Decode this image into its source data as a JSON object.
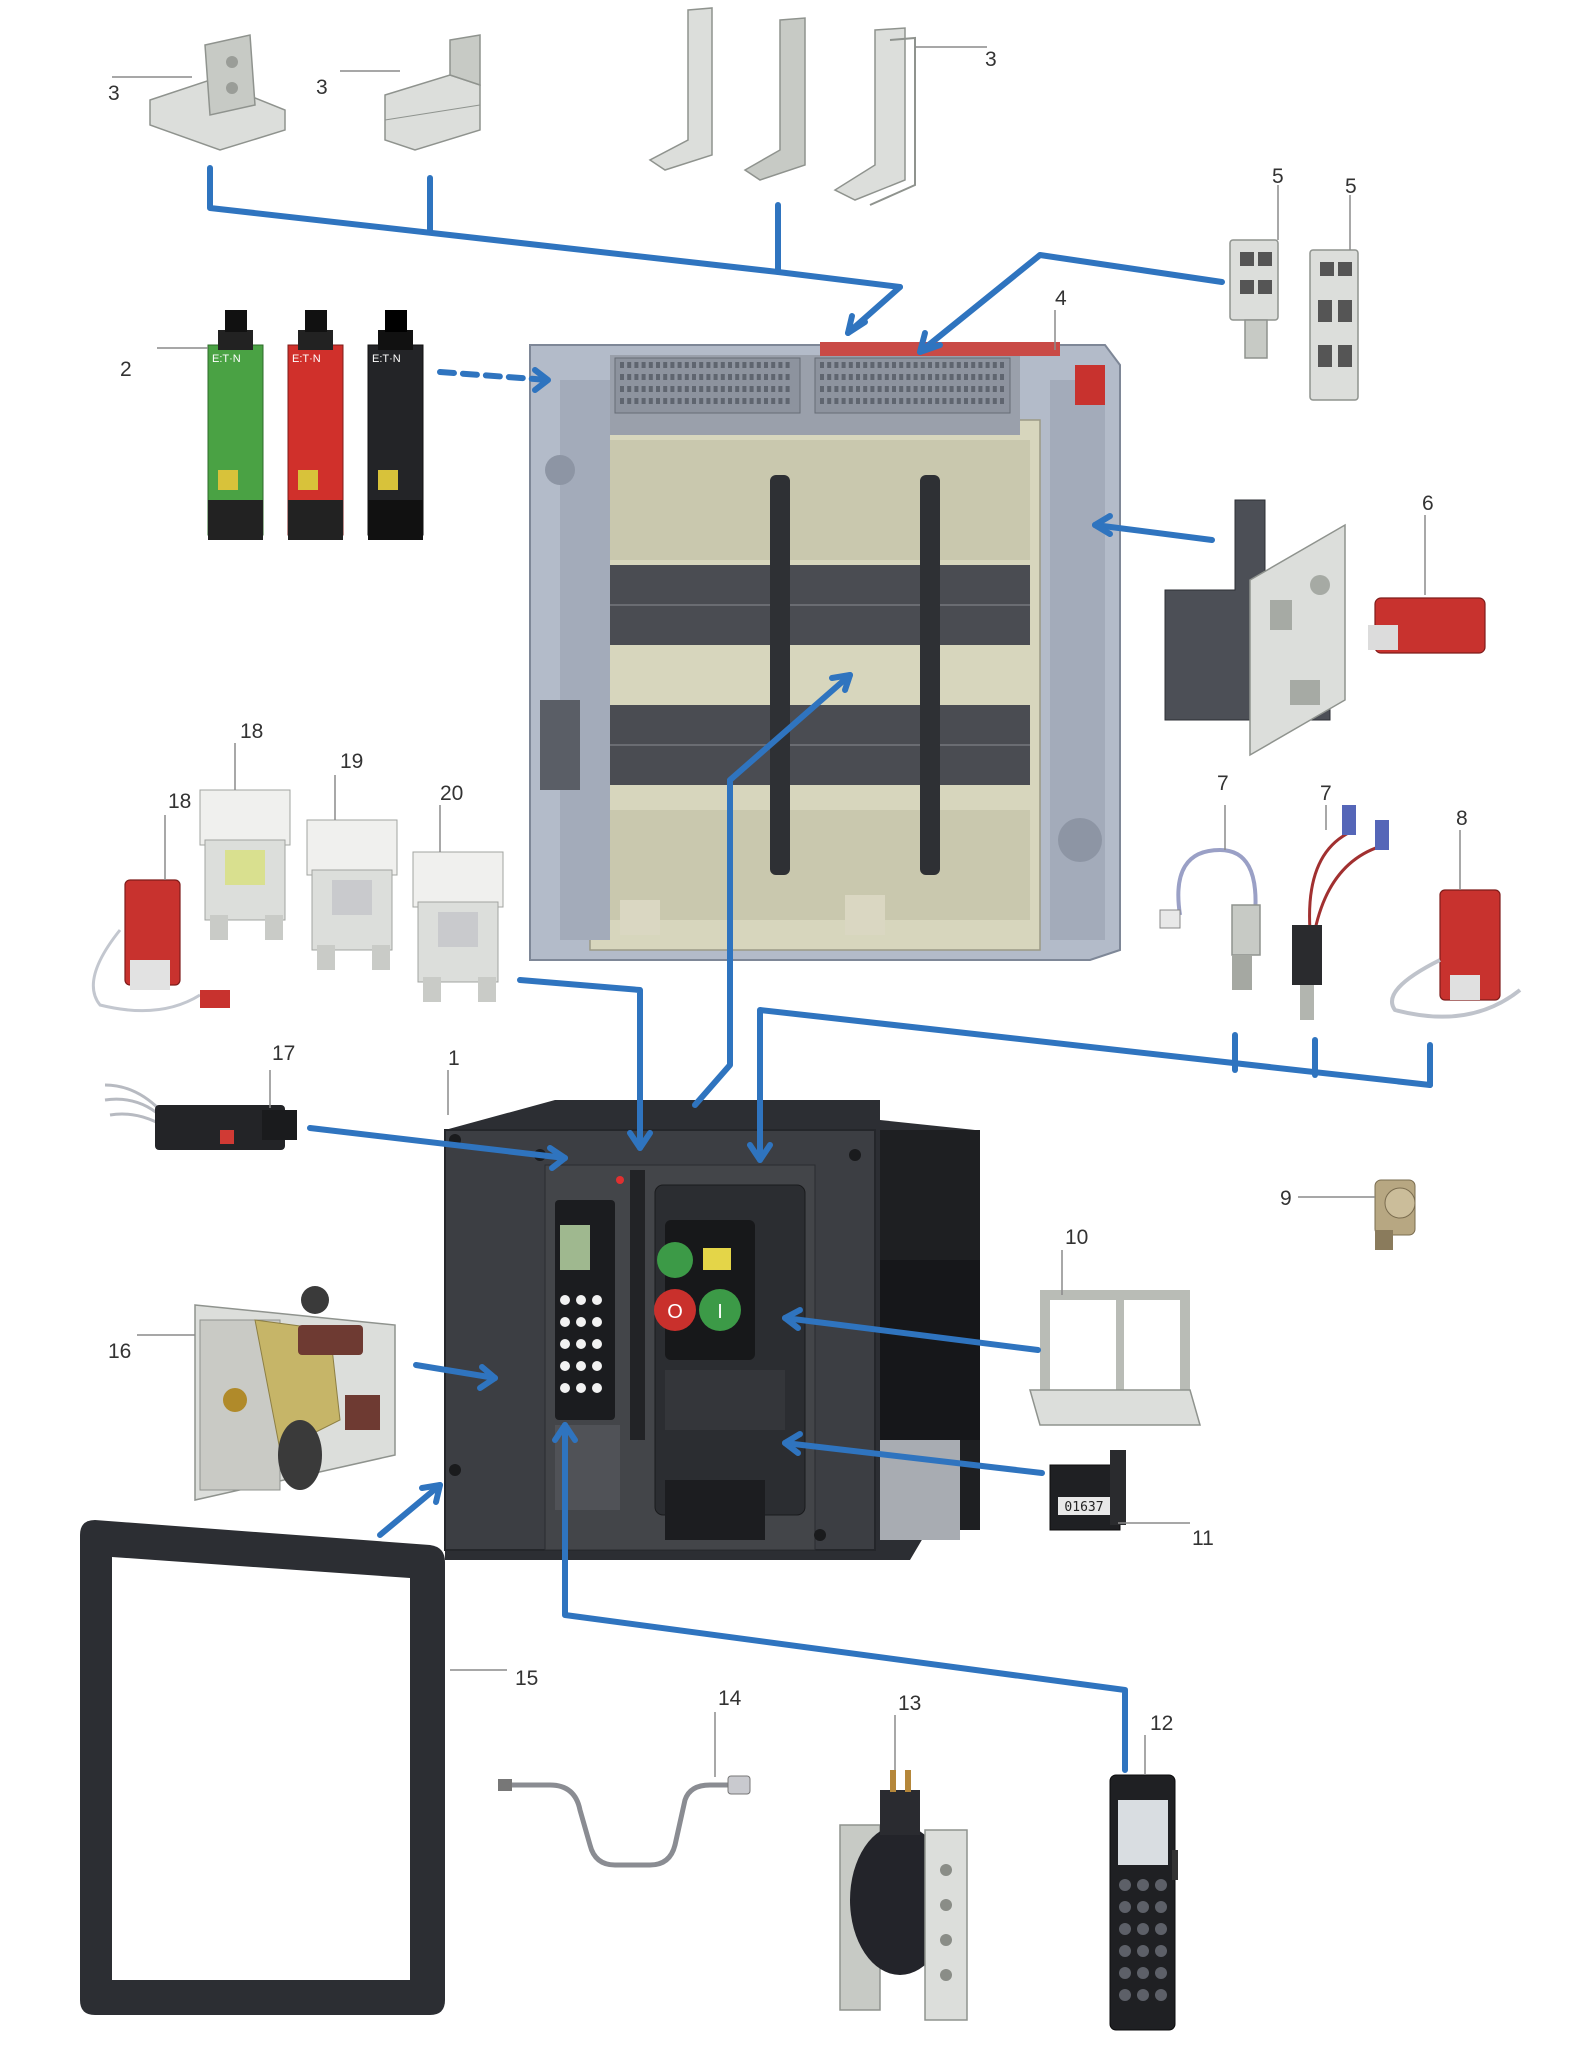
{
  "colors": {
    "connector": "#2f74bf",
    "breaker_body": "#3c3e43",
    "cassette_frame": "#b3bbc9",
    "accessory_red": "#c8322e",
    "module_green": "#4aa244",
    "metal": "#dcdedb"
  },
  "callouts": [
    {
      "id": "c1",
      "label": "1"
    },
    {
      "id": "c2",
      "label": "2"
    },
    {
      "id": "c3a",
      "label": "3"
    },
    {
      "id": "c3b",
      "label": "3"
    },
    {
      "id": "c3c",
      "label": "3"
    },
    {
      "id": "c4",
      "label": "4"
    },
    {
      "id": "c5a",
      "label": "5"
    },
    {
      "id": "c5b",
      "label": "5"
    },
    {
      "id": "c6",
      "label": "6"
    },
    {
      "id": "c7a",
      "label": "7"
    },
    {
      "id": "c7b",
      "label": "7"
    },
    {
      "id": "c8",
      "label": "8"
    },
    {
      "id": "c9",
      "label": "9"
    },
    {
      "id": "c10",
      "label": "10"
    },
    {
      "id": "c11",
      "label": "11"
    },
    {
      "id": "c12",
      "label": "12"
    },
    {
      "id": "c13",
      "label": "13"
    },
    {
      "id": "c14",
      "label": "14"
    },
    {
      "id": "c15",
      "label": "15"
    },
    {
      "id": "c16",
      "label": "16"
    },
    {
      "id": "c17",
      "label": "17"
    },
    {
      "id": "c18a",
      "label": "18"
    },
    {
      "id": "c18b",
      "label": "18"
    },
    {
      "id": "c19",
      "label": "19"
    },
    {
      "id": "c20",
      "label": "20"
    }
  ],
  "module_brand": "E:T·N",
  "counter_reading": "01637",
  "breaker_buttons": {
    "on": "I",
    "off": "O"
  }
}
